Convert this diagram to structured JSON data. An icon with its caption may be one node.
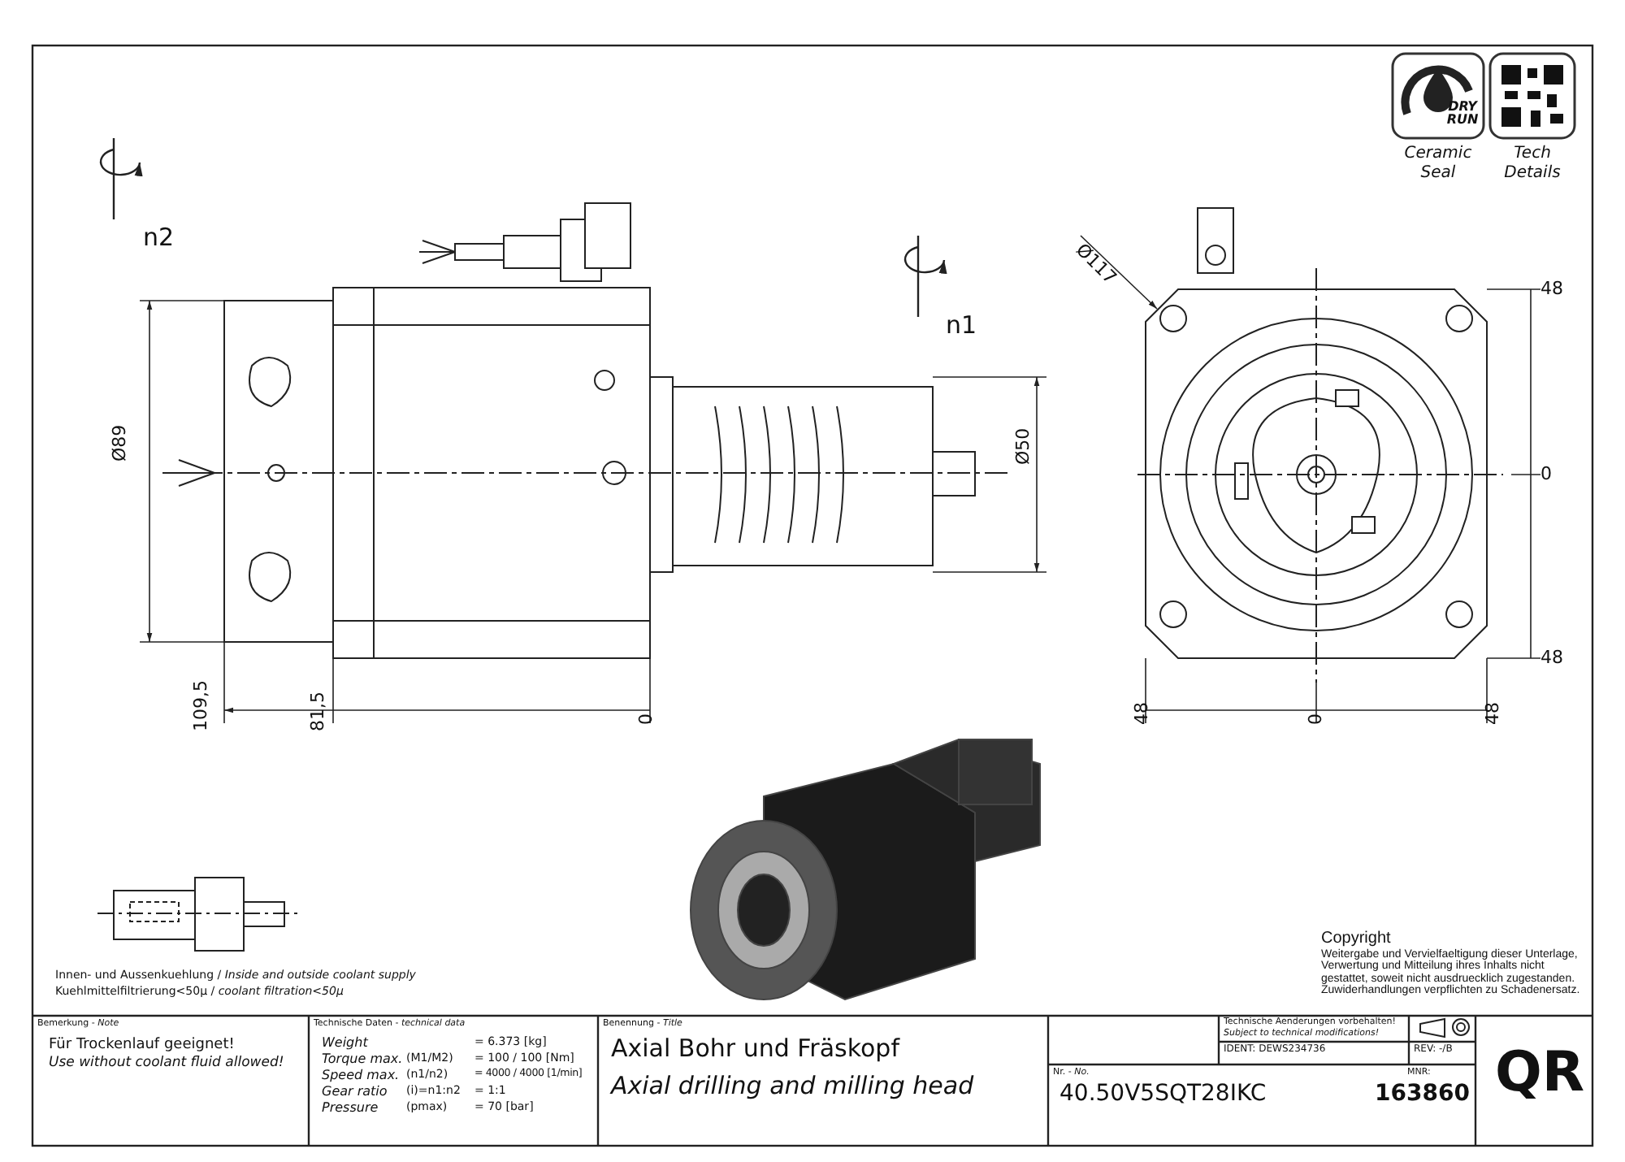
{
  "diagram": {
    "labels": [
      "n2",
      "Ø117",
      "n1",
      "Ø89",
      "Ø50",
      "48",
      "0",
      "48",
      "109,5",
      "81,5",
      "0",
      "48",
      "0",
      "48",
      "DRY RUN",
      "Ceramic Seal",
      "Tech Details",
      "Innen- und Aussenkuehlung / *Inside and outside coolant supply*",
      "Kuehlmittelfiltrierung<50µ / *coolant filtration<50µ*",
      "Copyright",
      "Weitergabe und Vervielfaeltigung dieser Unterlage, Verwertung und Mitteilung ihres Inhalts nicht gestattet, soweit nicht ausdruecklich zugestanden. Zuwiderhandlungen verpflichten zu Schadenersatz.",
      "Bemerkung - *Note*",
      "Für Trockenlauf geeignet!",
      "Use without coolant fluid allowed!",
      "Technische Daten - *technical data*",
      "Weight",
      "= 6.373  [kg]",
      "Torque max.",
      "(M1/M2)",
      "= 100 / 100 [Nm]",
      "Speed max.",
      "(n1/n2)",
      "= 4000 / 4000 [1/min]",
      "Gear ratio",
      "(i)=n1:n2",
      "= 1:1",
      "Pressure",
      "(pmax)",
      "= 70 [bar]",
      "Benennung - *Title*",
      "Axial Bohr und Fräskopf",
      "Axial drilling and milling head",
      "Technische Aenderungen vorbehalten!",
      "Subject to technical modifications!",
      "IDENT:  DEWS234736",
      "REV:  -/B",
      "Nr. - *No.*",
      "40.50V5SQT28IKC",
      "MNR:",
      "163860",
      "QR"
    ]
  }
}
